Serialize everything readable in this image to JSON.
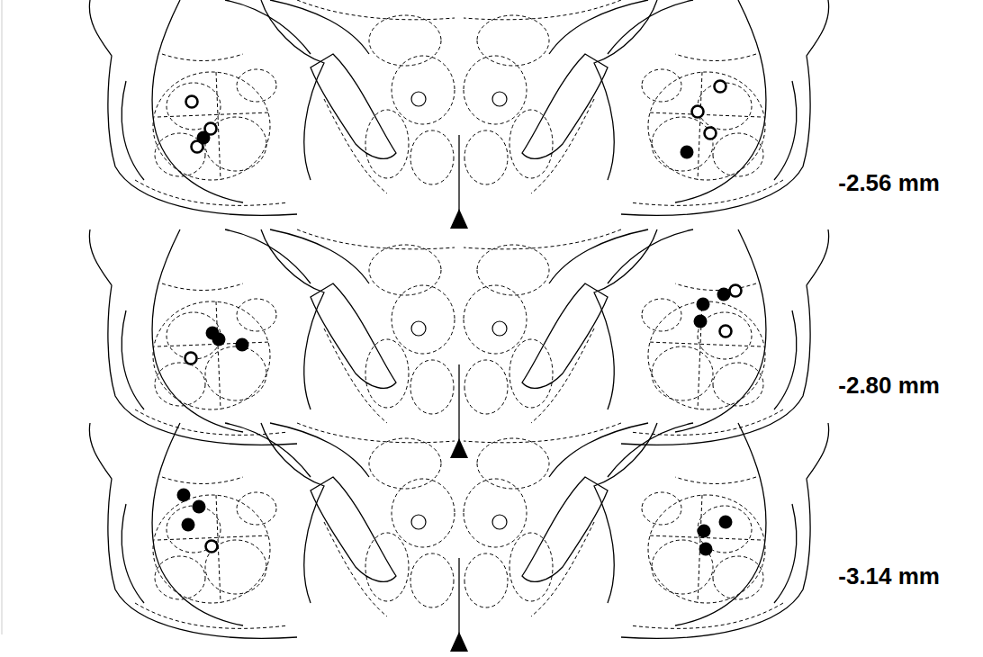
{
  "diagram": {
    "labels": [
      "-2.56 mm",
      "-2.80 mm",
      "-3.14 mm"
    ]
  }
}
